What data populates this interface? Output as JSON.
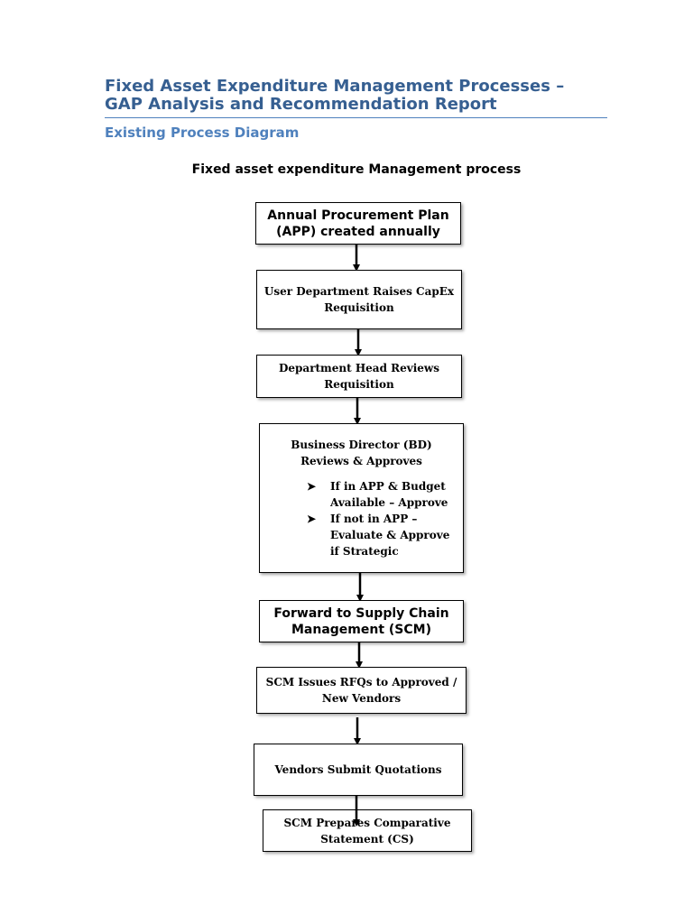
{
  "header": {
    "title_line1": "Fixed Asset Expenditure Management Processes –",
    "title_line2": "GAP Analysis and Recommendation Report",
    "section_heading": "Existing Process Diagram"
  },
  "diagram": {
    "title": "Fixed asset expenditure Management process",
    "steps": {
      "app": [
        "Annual Procurement Plan",
        "(APP) created annually"
      ],
      "requisition": [
        "User Department Raises CapEx",
        "Requisition"
      ],
      "head_review": [
        "Department Head Reviews",
        "Requisition"
      ],
      "bd_review": {
        "lines": [
          "Business Director (BD)",
          "Reviews & Approves"
        ],
        "bullet_icon": "arrowhead-bullet-icon",
        "bullets": [
          "If in APP & Budget Available – Approve",
          "If not in APP – Evaluate & Approve if Strategic"
        ]
      },
      "scm_forward": [
        "Forward to Supply Chain",
        "Management (SCM)"
      ],
      "rfq": [
        "SCM Issues RFQs to Approved /",
        "New Vendors"
      ],
      "quotations": [
        "Vendors Submit Quotations"
      ],
      "comparative": [
        "SCM Prepares Comparative",
        "Statement (CS)"
      ]
    }
  },
  "colors": {
    "heading": "#365f91",
    "subheading": "#4f81bd",
    "rule": "#4f81bd"
  }
}
